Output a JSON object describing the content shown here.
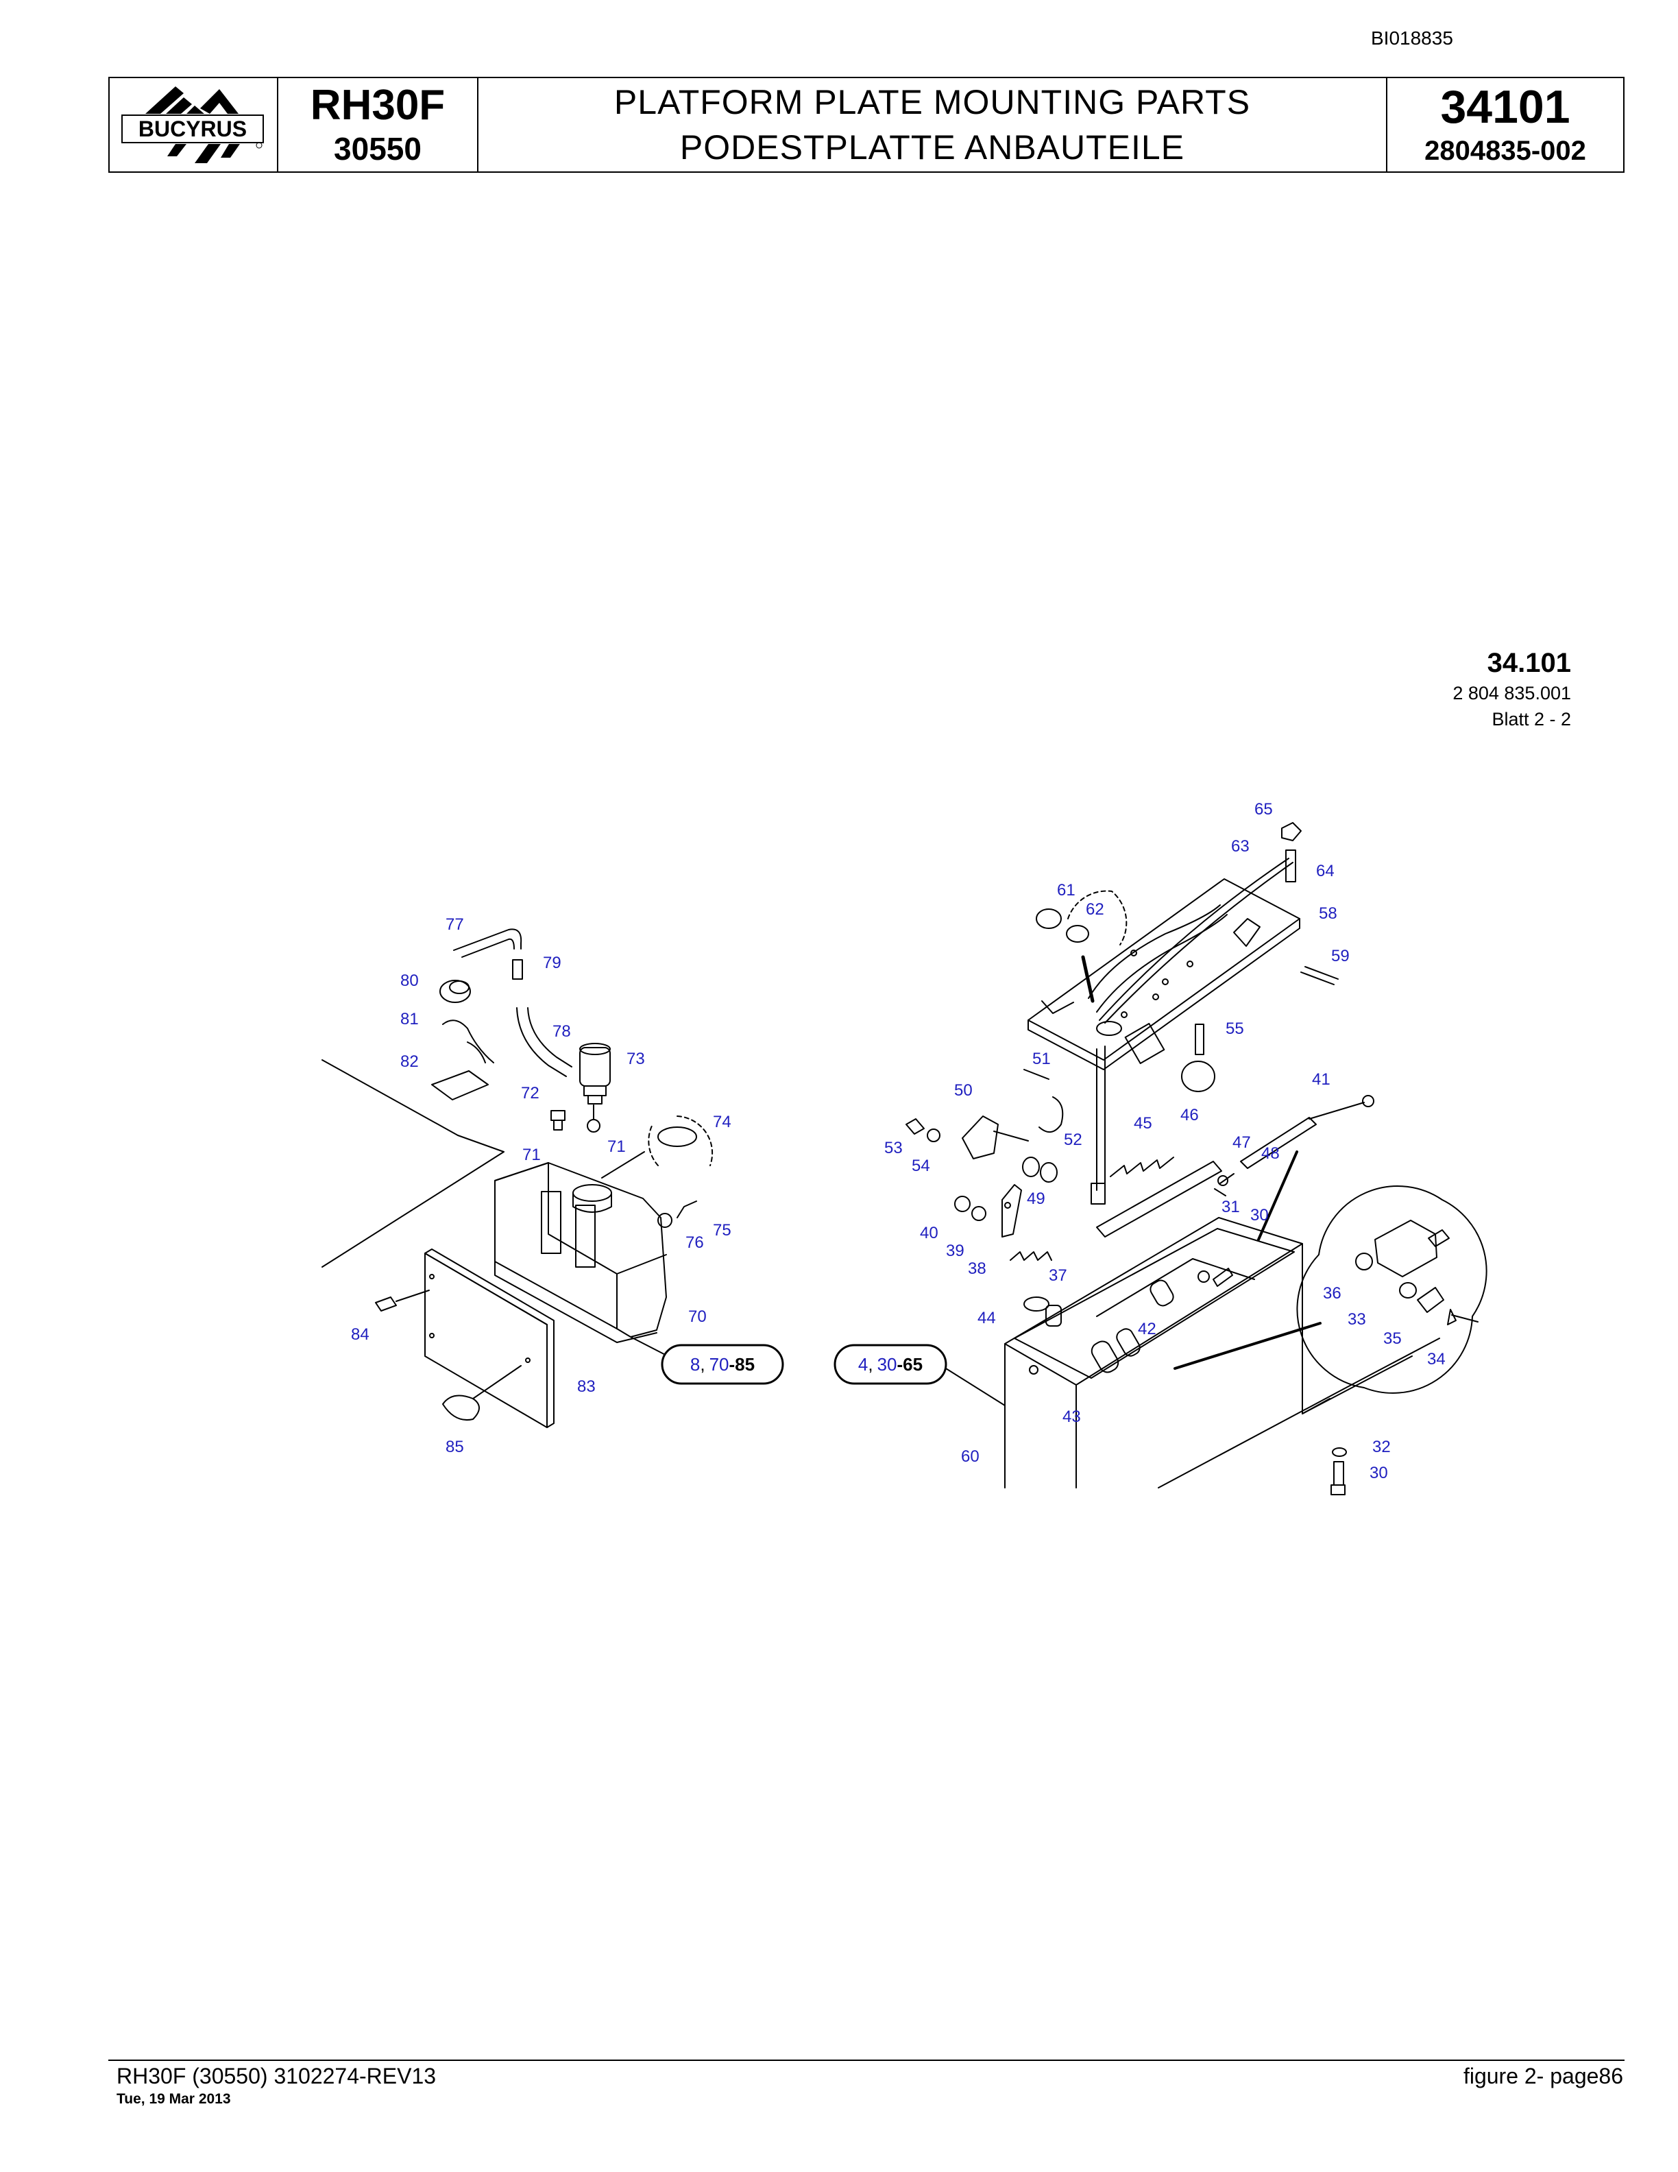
{
  "doc_id": "BI018835",
  "header": {
    "logo_text": "BUCYRUS",
    "model": "RH30F",
    "serial": "30550",
    "title_en": "PLATFORM PLATE MOUNTING PARTS",
    "title_de": "PODESTPLATTE ANBAUTEILE",
    "group_number": "34101",
    "part_number": "2804835-002"
  },
  "drawing_ref": {
    "number": "34.101",
    "drawing": "2 804 835.001",
    "sheet": "Blatt 2 - 2"
  },
  "group_labels": {
    "left": {
      "a": "8",
      "sep": ",",
      "b": "70",
      "c": "-85"
    },
    "right": {
      "a": "4",
      "sep": ",",
      "b": "30",
      "c": "-65"
    }
  },
  "callouts": [
    "30",
    "30",
    "31",
    "32",
    "33",
    "34",
    "35",
    "36",
    "37",
    "38",
    "39",
    "40",
    "41",
    "42",
    "43",
    "44",
    "45",
    "46",
    "47",
    "48",
    "49",
    "50",
    "51",
    "52",
    "53",
    "54",
    "55",
    "58",
    "59",
    "60",
    "61",
    "62",
    "63",
    "64",
    "65",
    "70",
    "71",
    "71",
    "72",
    "73",
    "74",
    "75",
    "76",
    "77",
    "78",
    "79",
    "80",
    "81",
    "82",
    "83",
    "84",
    "85"
  ],
  "footer": {
    "left": "RH30F (30550) 3102274-REV13",
    "date": "Tue, 19 Mar 2013",
    "right": "figure  2- page86"
  }
}
